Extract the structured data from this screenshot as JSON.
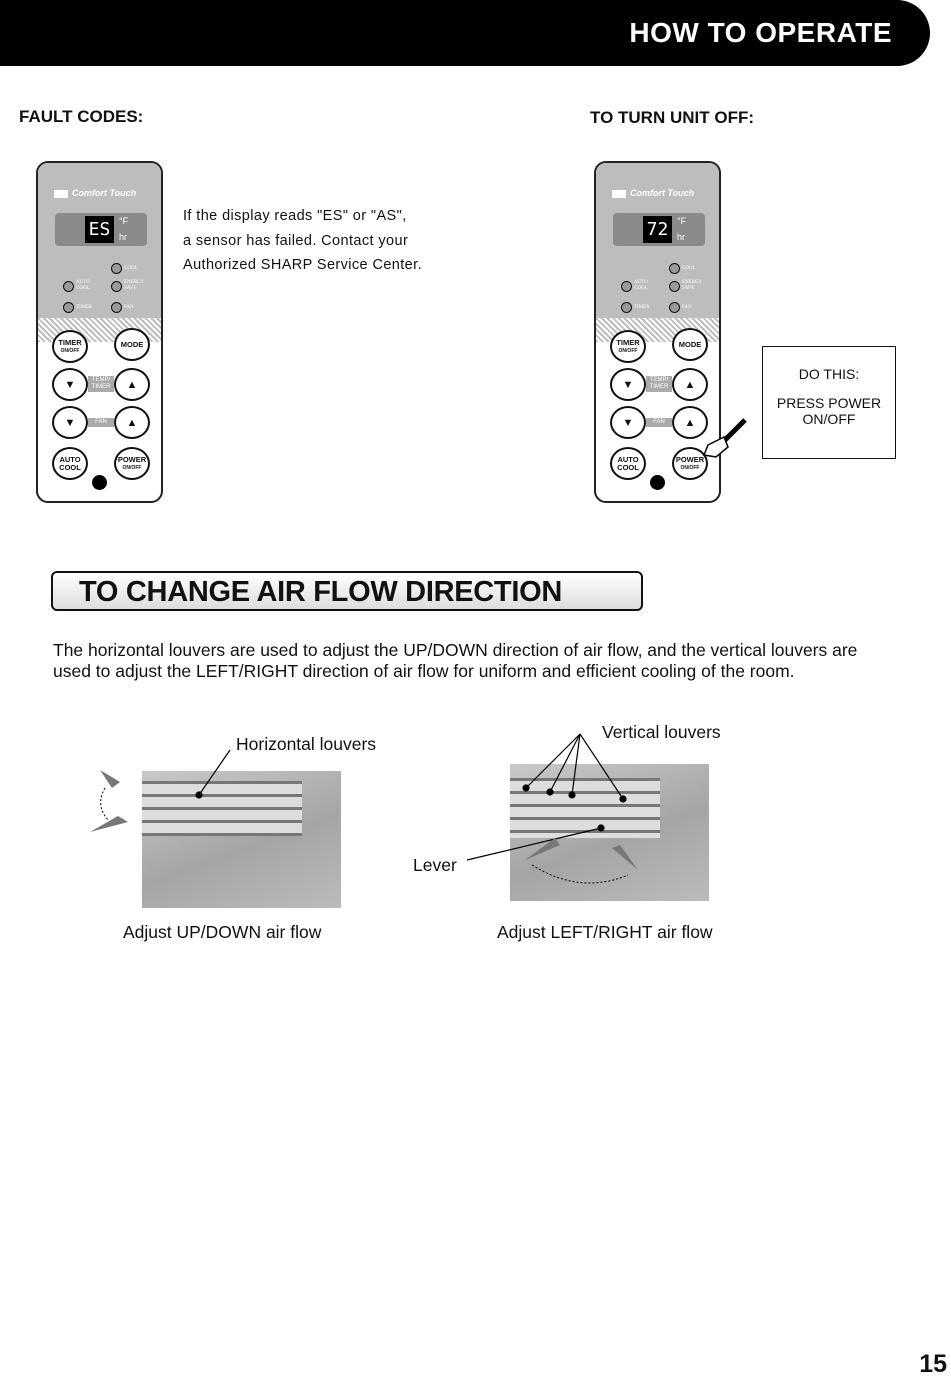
{
  "header": {
    "title": "HOW TO OPERATE"
  },
  "fault": {
    "heading": "FAULT CODES:",
    "lines": [
      "If the display reads \"ES\" or \"AS\",",
      "a sensor has failed. Contact your",
      "Authorized SHARP Service Center."
    ]
  },
  "off": {
    "heading": "TO TURN UNIT OFF:",
    "box_title": "DO THIS:",
    "box_line1": "PRESS POWER",
    "box_line2": "ON/OFF"
  },
  "panel": {
    "logo": "Comfort Touch",
    "deg": "°F",
    "hr": "hr",
    "led_cool": "COOL",
    "led_auto1": "AUTO",
    "led_auto2": "COOL",
    "led_energy1": "ENERGY",
    "led_energy2": "SAVE",
    "led_timer": "TIMER",
    "led_fan": "FAN",
    "btn_timer": "TIMER",
    "btn_timer_sub": "ON/OFF",
    "btn_mode": "MODE",
    "lbl_temp1": "TEMP/",
    "lbl_temp2": "TIMER",
    "lbl_fan": "FAN",
    "btn_auto1": "AUTO",
    "btn_auto2": "COOL",
    "btn_power": "POWER",
    "btn_power_sub": "ON/OFF",
    "down": "▼",
    "up": "▲"
  },
  "panel_left_display": "ES",
  "panel_right_display": "72",
  "airflow": {
    "banner": "TO CHANGE AIR FLOW DIRECTION",
    "intro": "The horizontal louvers are used to adjust the UP/DOWN direction of air flow, and the vertical louvers are used to adjust the LEFT/RIGHT direction of air flow for uniform and efficient cooling of the room.",
    "horizontal_label": "Horizontal louvers",
    "vertical_label": "Vertical louvers",
    "lever_label": "Lever",
    "caption_left": "Adjust UP/DOWN air flow",
    "caption_right": "Adjust LEFT/RIGHT air flow"
  },
  "page_number": "15"
}
